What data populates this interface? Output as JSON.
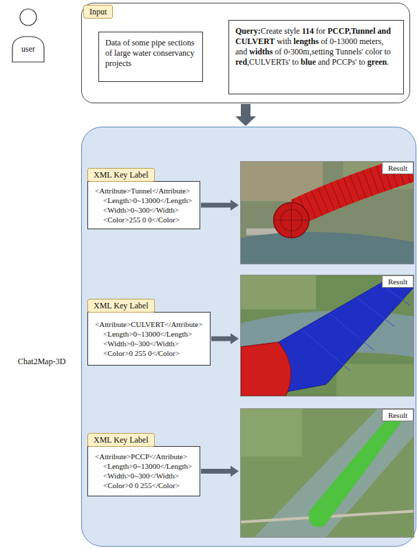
{
  "diagram": {
    "nodes": [
      {
        "text": [
          "Input"
        ]
      },
      {
        "text": [
          "Data of some pipe sections of large water conservancy projects"
        ],
        "in": 0
      },
      {
        "text": [
          "Query:Create style 114 for PCCP,Tunnel and CULVERT with lengths of 0-13000 meters, and widths of 0-300m,setting Tunnels' color to red,CULVERTs' to blue and PCCPs' to green."
        ],
        "in": 0
      },
      {
        "text": [
          "Chat2Map-3D"
        ]
      },
      {
        "text": [
          "XML Key Label",
          "<Attribute>Tunnel</Attribute>",
          "<Length>0~13000</Length>",
          "<Width>0~300</Width>",
          "<Color>255 0 0</Color>"
        ],
        "in": 3
      },
      {
        "text": [
          "Result"
        ],
        "in": 3
      },
      {
        "text": [
          "XML Key Label",
          "<Attribute>CULVERT</Attribute>",
          "<Length>0~13000</Length>",
          "<Width>0~300</Width>",
          "<Color>0 255 0</Color>"
        ],
        "in": 3
      },
      {
        "text": [
          "Result"
        ],
        "in": 3
      },
      {
        "text": [
          "XML Key Label",
          "<Attribute>PCCP</Attribute>",
          "<Length>0~13000</Length>",
          "<Width>0~300</Width>",
          "<Color>0 0 255</Color>"
        ],
        "in": 3
      },
      {
        "text": [
          "Result"
        ],
        "in": 3
      }
    ],
    "edges": [
      {
        "from": 0,
        "to": 3,
        "arrow": "to"
      },
      {
        "from": 4,
        "to": 5,
        "arrow": "to"
      },
      {
        "from": 6,
        "to": 7,
        "arrow": "to"
      },
      {
        "from": 8,
        "to": 9,
        "arrow": "to"
      }
    ],
    "labels": [
      "user"
    ]
  }
}
